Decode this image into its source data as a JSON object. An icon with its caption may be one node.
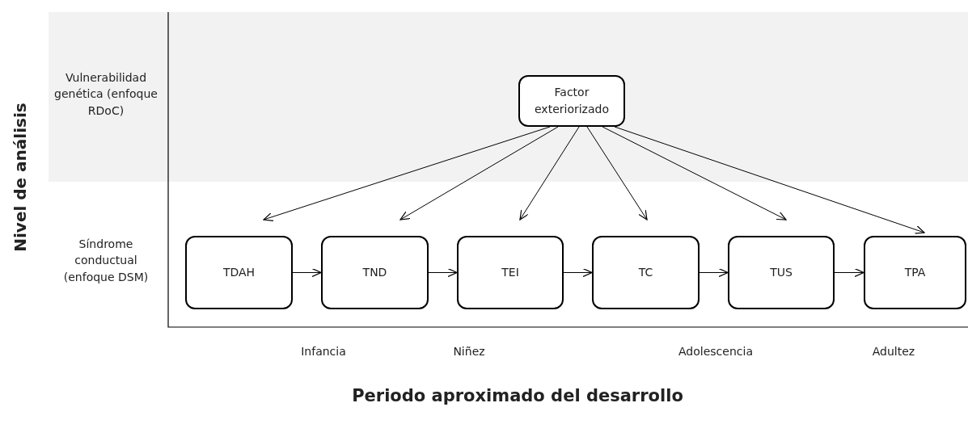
{
  "diagram": {
    "nodes": [
      {
        "text": [
          "Factor exteriorizado"
        ]
      },
      {
        "text": [
          "TDAH"
        ]
      },
      {
        "text": [
          "TND"
        ]
      },
      {
        "text": [
          "TEI"
        ]
      },
      {
        "text": [
          "TC"
        ]
      },
      {
        "text": [
          "TUS"
        ]
      },
      {
        "text": [
          "TPA"
        ]
      }
    ],
    "edges": [
      {
        "from": 0,
        "to": 1,
        "arrow": "to"
      },
      {
        "from": 0,
        "to": 2,
        "arrow": "to"
      },
      {
        "from": 0,
        "to": 3,
        "arrow": "to"
      },
      {
        "from": 0,
        "to": 4,
        "arrow": "to"
      },
      {
        "from": 0,
        "to": 5,
        "arrow": "to"
      },
      {
        "from": 0,
        "to": 6,
        "arrow": "to"
      },
      {
        "from": 1,
        "to": 2,
        "arrow": "to"
      },
      {
        "from": 2,
        "to": 3,
        "arrow": "to"
      },
      {
        "from": 3,
        "to": 4,
        "arrow": "to"
      },
      {
        "from": 4,
        "to": 5,
        "arrow": "to"
      },
      {
        "from": 5,
        "to": 6,
        "arrow": "to"
      }
    ],
    "labels": [
      "Vulnerabilidad genética (enfoque RDoC)",
      "Nivel de análisis",
      "Síndrome conductual (enfoque DSM)",
      "Infancia",
      "Niñez",
      "Adolescencia",
      "Adultez",
      "Periodo aproximado del desarrollo"
    ]
  }
}
